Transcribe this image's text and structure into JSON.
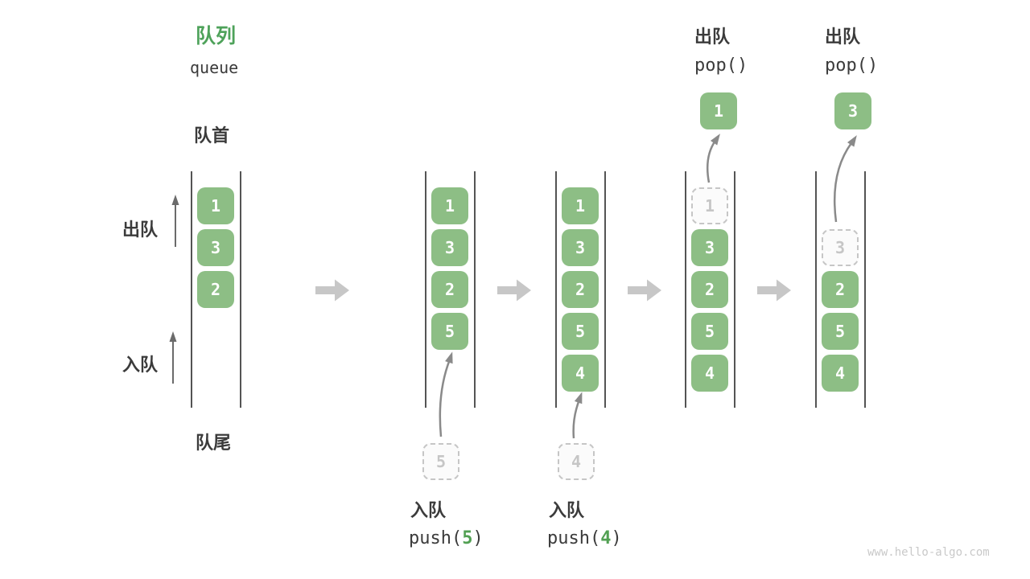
{
  "title": {
    "zh": "队列",
    "en": "queue"
  },
  "side_labels": {
    "front": "队首",
    "rear": "队尾",
    "dequeue": "出队",
    "enqueue": "入队"
  },
  "states": [
    {
      "items": [
        "1",
        "3",
        "2"
      ]
    },
    {
      "items": [
        "1",
        "3",
        "2",
        "5"
      ],
      "incoming": "5"
    },
    {
      "items": [
        "1",
        "3",
        "2",
        "5",
        "4"
      ],
      "incoming": "4"
    },
    {
      "items": [
        "3",
        "2",
        "5",
        "4"
      ],
      "ghost": "1",
      "popped": "1"
    },
    {
      "items": [
        "2",
        "5",
        "4"
      ],
      "ghost": "3",
      "popped": "3"
    }
  ],
  "ops": {
    "push5": {
      "label": "入队",
      "code_pre": "push(",
      "arg": "5",
      "code_post": ")"
    },
    "push4": {
      "label": "入队",
      "code_pre": "push(",
      "arg": "4",
      "code_post": ")"
    },
    "pop1": {
      "label": "出队",
      "code": "pop()"
    },
    "pop2": {
      "label": "出队",
      "code": "pop()"
    }
  },
  "watermark": "www.hello-algo.com",
  "colors": {
    "box_green": "#8dbe85",
    "title_green": "#4ea25a",
    "code_arg_green": "#52a053",
    "dark_text": "#3b3b3b",
    "column_line": "#545454",
    "curved_arrow": "#8a8a8a",
    "block_arrow": "#c7c7c7",
    "ghost_gray": "#c6c6c6",
    "watermark_gray": "#c9c9c9"
  }
}
